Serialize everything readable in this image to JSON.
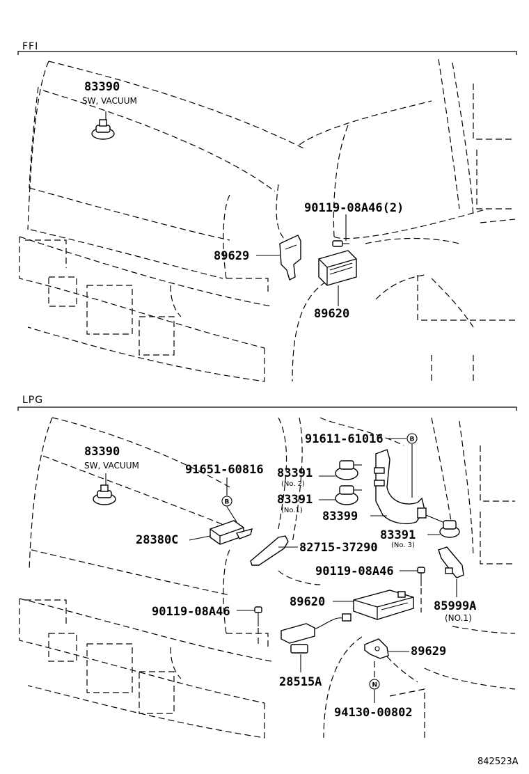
{
  "sections": [
    {
      "title": "FFI",
      "labels": {
        "vacuum_switch": "83390",
        "vacuum_switch_desc": "SW, VACUUM",
        "bolt": "90119-08A46(2)",
        "bracket": "89629",
        "computer": "89620"
      }
    },
    {
      "title": "LPG",
      "labels": {
        "vacuum_switch": "83390",
        "vacuum_switch_desc": "SW, VACUUM",
        "screw_b_top": "91611-61016",
        "screw_b_left": "91651-60816",
        "switch_no2": "83391",
        "switch_no2_note": "(No. 2)",
        "switch_no1": "83391",
        "switch_no1_note": "(No.1)",
        "bracket_switches": "83399",
        "relay": "28380C",
        "bracket_relay": "82715-37290",
        "switch_no3": "83391",
        "switch_no3_note": "(No. 3)",
        "bolt_right": "90119-08A46",
        "bracket_right": "85999A",
        "bracket_right_note": "(NO.1)",
        "computer": "89620",
        "bolt_left": "90119-08A46",
        "bracket": "89629",
        "sensor": "28515A",
        "nut": "94130-00802"
      },
      "symbols": {
        "b": "B",
        "n": "N"
      }
    }
  ],
  "figure_code": "842523A"
}
